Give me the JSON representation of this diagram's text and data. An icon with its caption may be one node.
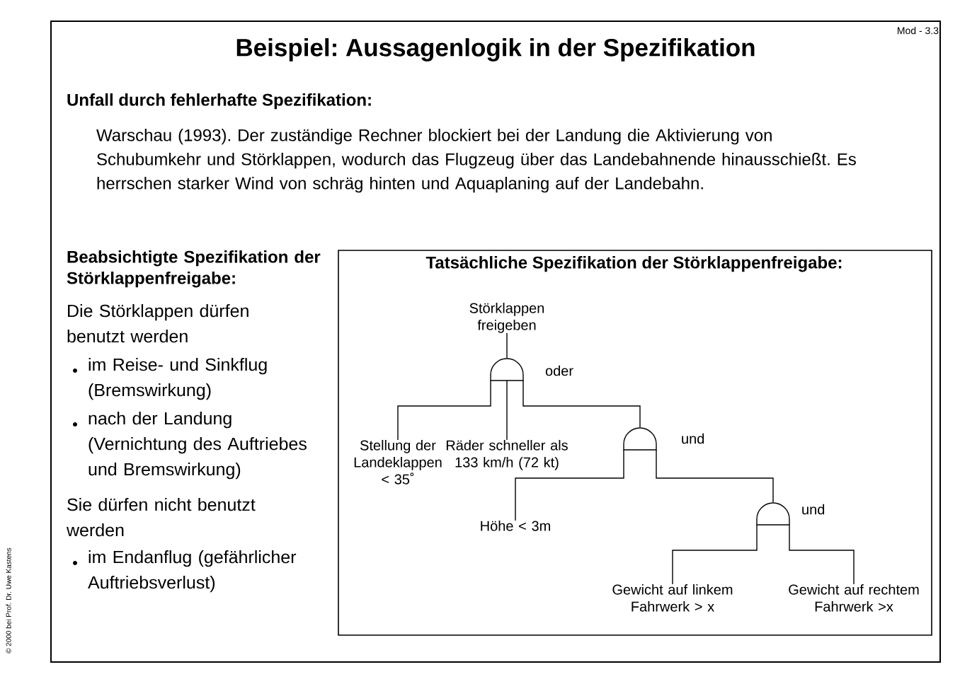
{
  "diagram": {
    "title": "Beispiel: Aussagenlogik in der Spezifikation",
    "nodes": [
      {
        "text": [
          "Tatsächliche Spezifikation der Störklappenfreigabe:"
        ]
      },
      {
        "text": [
          "Störklappen freigeben"
        ],
        "in": 0
      },
      {
        "text": [],
        "shape": "gate",
        "beside": [
          "oder"
        ],
        "in": 0
      },
      {
        "text": [
          "Stellung der Landeklappen < 35˚"
        ],
        "in": 0
      },
      {
        "text": [
          "Räder schneller als 133 km/h (72 kt)"
        ],
        "in": 0
      },
      {
        "text": [],
        "shape": "gate",
        "beside": [
          "und"
        ],
        "in": 0
      },
      {
        "text": [
          "Höhe < 3m"
        ],
        "in": 0
      },
      {
        "text": [],
        "shape": "gate",
        "beside": [
          "und"
        ],
        "in": 0
      },
      {
        "text": [
          "Gewicht auf linkem Fahrwerk > x"
        ],
        "in": 0
      },
      {
        "text": [
          "Gewicht auf rechtem Fahrwerk >x"
        ],
        "in": 0
      }
    ],
    "edges": [
      {
        "from": 2,
        "to": 1,
        "arrow": "none"
      },
      {
        "from": 3,
        "to": 2,
        "arrow": "none"
      },
      {
        "from": 4,
        "to": 2,
        "arrow": "none"
      },
      {
        "from": 5,
        "to": 2,
        "arrow": "none"
      },
      {
        "from": 6,
        "to": 5,
        "arrow": "none"
      },
      {
        "from": 7,
        "to": 5,
        "arrow": "none"
      },
      {
        "from": 8,
        "to": 7,
        "arrow": "none"
      },
      {
        "from": 9,
        "to": 7,
        "arrow": "none"
      }
    ],
    "labels": [
      "Mod - 3.3",
      "Unfall durch fehlerhafte Spezifikation:",
      "Warschau (1993). Der zuständige Rechner blockiert bei der Landung die Aktivierung von Schubumkehr und Störklappen, wodurch das Flugzeug über das Landebahnende hinausschießt. Es herrschen starker Wind von schräg hinten und Aquaplaning auf der Landebahn.",
      "Beabsichtigte Spezifikation der Störklappenfreigabe:",
      "Die Störklappen dürfen benutzt werden",
      "im Reise- und Sinkflug (Bremswirkung)",
      "nach der Landung (Vernichtung des Auftriebes und Bremswirkung)",
      "Sie dürfen nicht benutzt werden",
      "im Endanflug (gefährlicher Auftriebsverlust)",
      "© 2000 bei Prof. Dr. Uwe Kastens"
    ]
  }
}
